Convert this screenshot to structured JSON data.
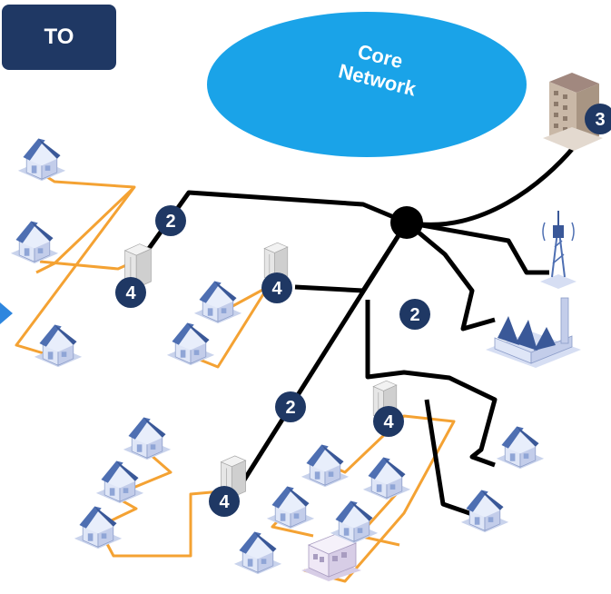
{
  "banner": {
    "label": "TO"
  },
  "core_network": {
    "label_line1": "Core",
    "label_line2": "Network"
  },
  "badges": {
    "building": "3",
    "upper_left": "2",
    "middle": "2",
    "right": "2",
    "cabinet_left": "4",
    "cabinet_middle": "4",
    "cabinet_lower": "4",
    "cabinet_right": "4"
  },
  "colors": {
    "banner_bg": "#1f3864",
    "core_network": "#1aa3e8",
    "backbone": "#000000",
    "access_line": "#f4a233",
    "badge": "#1f3864",
    "house_roof": "#4e6fb2",
    "house_wall": "#dfe6f7"
  },
  "icons": [
    "house-icon",
    "cabinet-icon",
    "office-building-icon",
    "cell-tower-icon",
    "factory-icon",
    "small-building-icon",
    "junction-node-icon"
  ]
}
